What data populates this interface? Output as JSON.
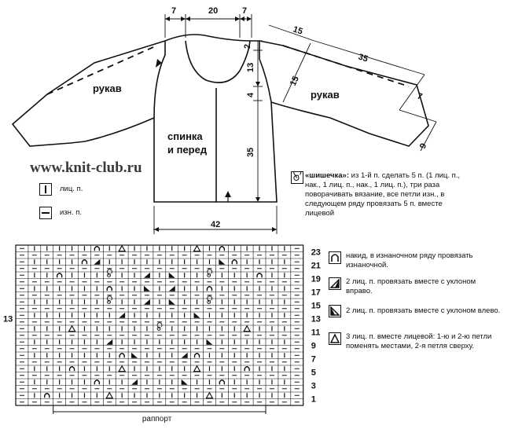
{
  "watermark": "www.knit-club.ru",
  "schematic": {
    "sleeve_left": "рукав",
    "sleeve_right": "рукав",
    "body": [
      "спинка",
      "и перед"
    ],
    "dims": {
      "d7a": "7",
      "d20": "20",
      "d7b": "7",
      "d2": "2",
      "d13": "13",
      "d4": "4",
      "d35": "35",
      "d42": "42",
      "d15a": "15",
      "d35b": "35",
      "d15b": "15",
      "d7c": "7",
      "d9": "9"
    }
  },
  "legend_left": [
    {
      "icon": "knit-icon",
      "label": "лиц. п."
    },
    {
      "icon": "purl-icon",
      "label": "изн. п."
    }
  ],
  "bobble": {
    "title": "«шишечка»:",
    "text": "из 1-й п. сделать 5 п. (1 лиц. п., нак., 1 лиц. п., нак., 1 лиц. п.), три раза поворачивать вязание, все петли изн., в следующем ряду провязать 5 п. вместе лицевой"
  },
  "legend_right": [
    {
      "icon": "yarn-over-icon",
      "label": "накид, в изнаночном ряду провязать изнаночной."
    },
    {
      "icon": "k2tog-right-icon",
      "label": "2 лиц. п. провязать вместе с уклоном вправо."
    },
    {
      "icon": "k2tog-left-icon",
      "label": "2 лиц. п. провязать вместе с уклоном влево."
    },
    {
      "icon": "k3tog-icon",
      "label": "3 лиц. п. вместе лицевой: 1-ю и 2-ю петли поменять местами, 2-я петля сверху."
    }
  ],
  "chart": {
    "rows_left": [
      "",
      "",
      "",
      "13",
      "",
      "",
      "",
      "",
      "",
      "",
      "",
      ""
    ],
    "rows_right": [
      "23",
      "21",
      "19",
      "17",
      "15",
      "13",
      "11",
      "9",
      "7",
      "5",
      "3",
      "1"
    ],
    "repeat_label": "раппорт"
  }
}
